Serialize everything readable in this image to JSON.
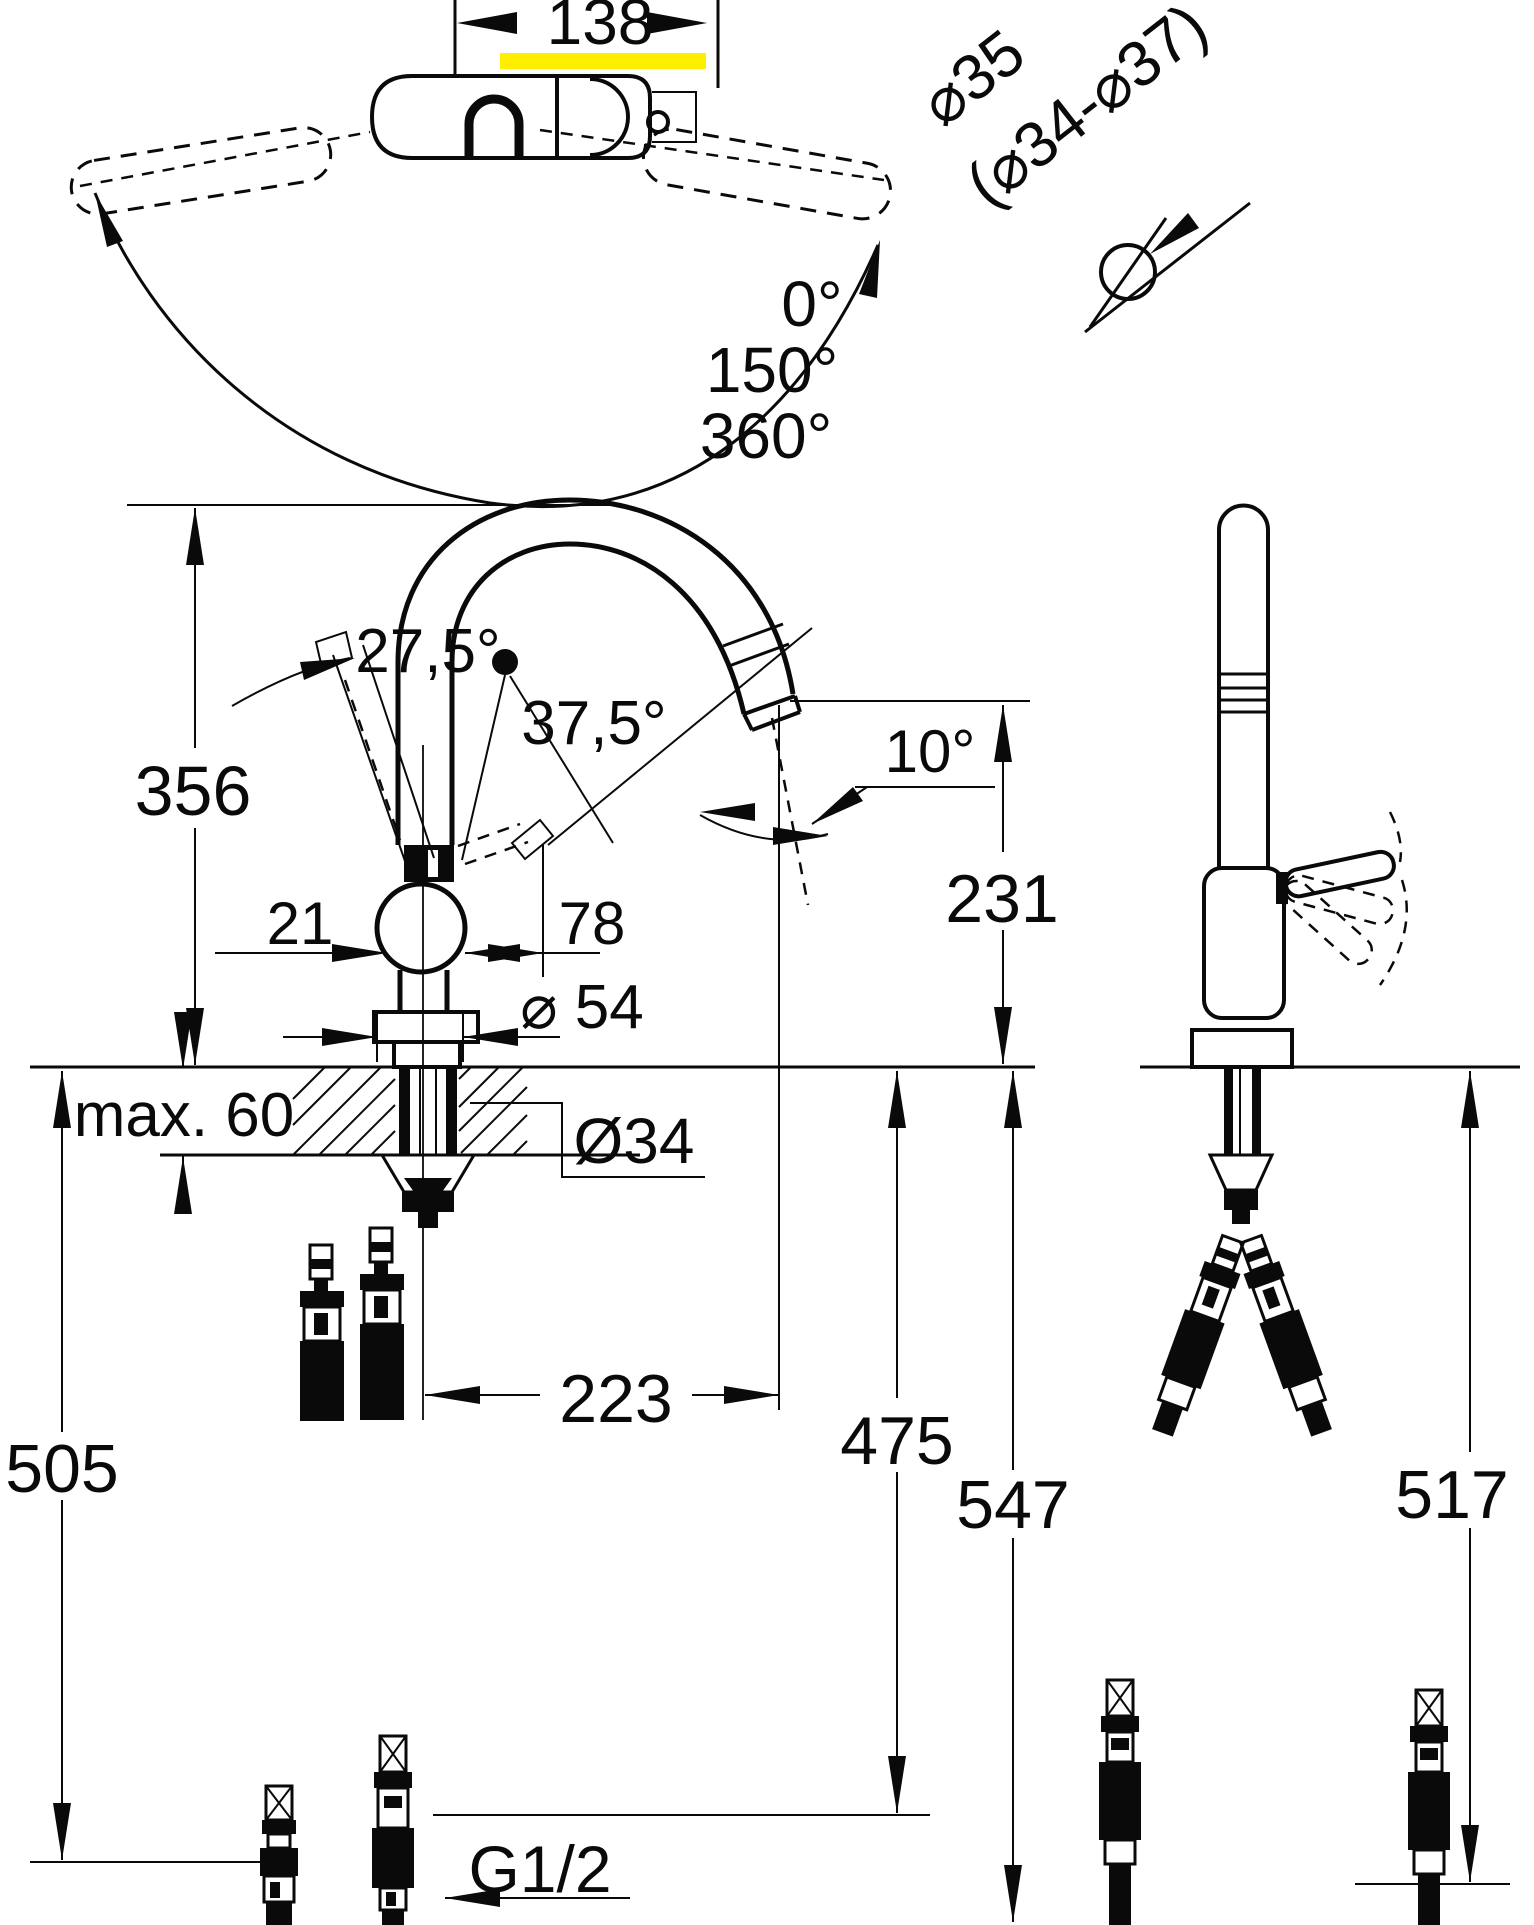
{
  "diagram": {
    "kind": "kitchen-faucet installation dimension drawing",
    "background_color": "#ffffff",
    "line_color": "#0a0a0a",
    "highlight_color": "#ffee00",
    "dimensions": {
      "spout_width": "138",
      "mounting_hole_diameter": "⌀35",
      "mounting_hole_range": "(⌀34-⌀37)",
      "swivel_angle_0": "0°",
      "swivel_angle_150": "150°",
      "swivel_angle_360": "360°",
      "lever_angle_open": "27,5°",
      "lever_angle_max": "37,5°",
      "outlet_tilt_angle": "10°",
      "height_above_deck": "356",
      "lever_offset": "21",
      "lever_reach": "78",
      "base_diameter": "⌀ 54",
      "max_deck_thickness": "max. 60",
      "shank_diameter": "Ø34",
      "outlet_height": "231",
      "spout_reach": "223",
      "hose_length_left": "505",
      "hose_length_mid": "475",
      "hose_length_center": "547",
      "hose_length_right": "517",
      "connection_thread": "G1/2"
    }
  }
}
